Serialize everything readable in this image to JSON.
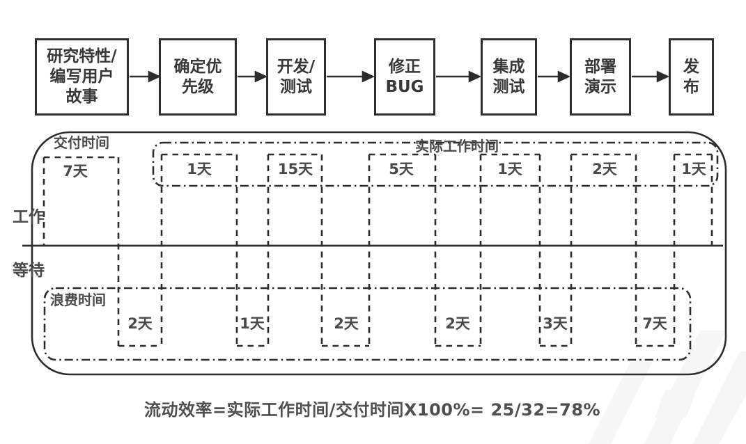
{
  "flow_steps": [
    "研究特性/\n编写用户\n故事",
    "确定优\n先级",
    "开发/\n测试",
    "修正\nBUG",
    "集成\n测试",
    "部署\n演示",
    "发\n布"
  ],
  "timeline": {
    "delivery_time_label": "交付时间",
    "actual_work_time_label": "实际工作时间",
    "waste_time_label": "浪费时间",
    "work_label": "工作",
    "wait_label": "等待",
    "work_durations": [
      "7天",
      "1天",
      "15天",
      "5天",
      "1天",
      "2天",
      "1天"
    ],
    "wait_durations": [
      "2天",
      "1天",
      "2天",
      "2天",
      "3天",
      "7天"
    ]
  },
  "formula_text": "流动效率=实际工作时间/交付时间X100%= 25/32=78%",
  "colors": {
    "line": "#2c2c2c",
    "text": "#4a4a4a",
    "watermark": "#f0f0f0"
  }
}
